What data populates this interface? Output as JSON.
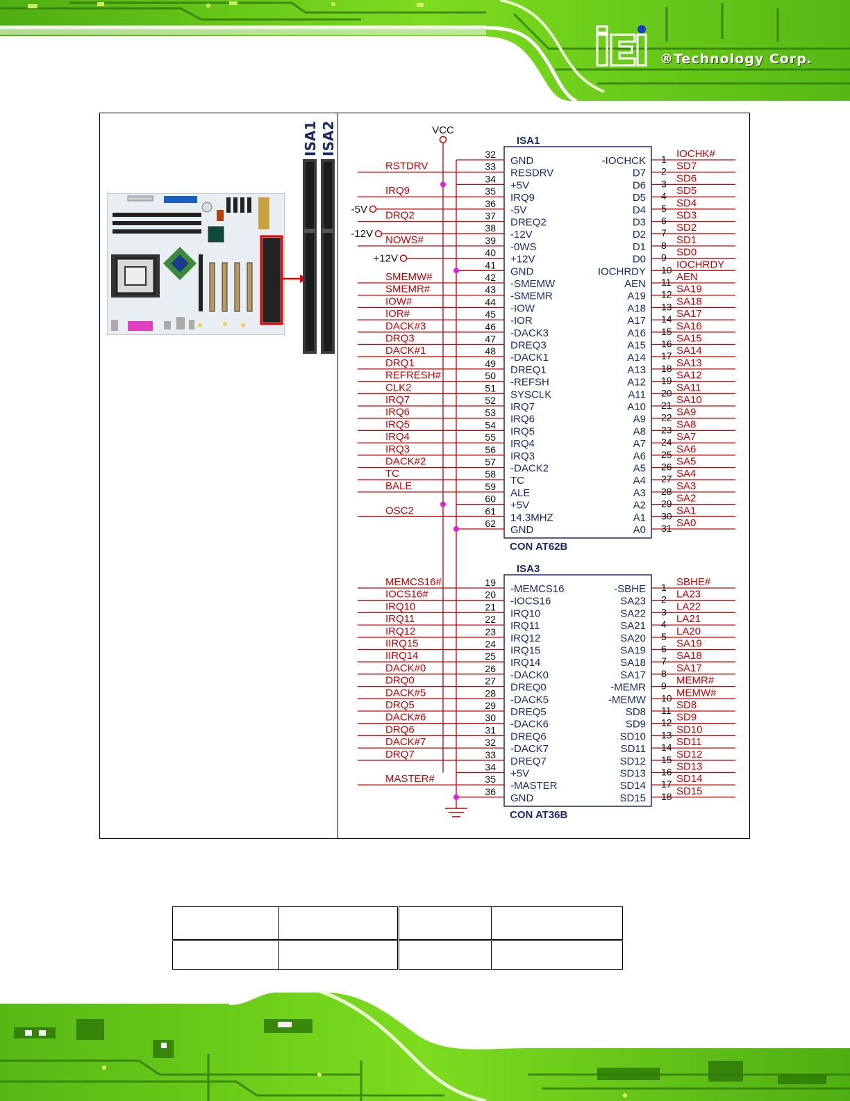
{
  "header": {
    "brand_text": "®Technology Corp."
  },
  "board_labels": [
    "ISA1",
    "ISA2"
  ],
  "isa1": {
    "name": "ISA1",
    "footer": "CON AT62B",
    "vcc_label": "VCC",
    "power_labels": [
      "-5V",
      "-12V",
      "+12V"
    ],
    "left_nums": [
      "32",
      "33",
      "34",
      "35",
      "36",
      "37",
      "38",
      "39",
      "40",
      "41",
      "42",
      "43",
      "44",
      "45",
      "46",
      "47",
      "48",
      "49",
      "50",
      "51",
      "52",
      "53",
      "54",
      "55",
      "56",
      "57",
      "58",
      "59",
      "60",
      "61",
      "62"
    ],
    "left_pins": [
      "GND",
      "RESDRV",
      "+5V",
      "IRQ9",
      "-5V",
      "DREQ2",
      "-12V",
      "-0WS",
      "+12V",
      "GND",
      "-SMEMW",
      "-SMEMR",
      "-IOW",
      "-IOR",
      "-DACK3",
      "DREQ3",
      "-DACK1",
      "DREQ1",
      "-REFSH",
      "SYSCLK",
      "IRQ7",
      "IRQ6",
      "IRQ5",
      "IRQ4",
      "IRQ3",
      "-DACK2",
      "TC",
      "ALE",
      "+5V",
      "14.3MHZ",
      "GND"
    ],
    "left_nets": [
      "",
      "RSTDRV",
      "",
      "IRQ9",
      "",
      "DRQ2",
      "",
      "NOWS#",
      "",
      "",
      "SMEMW#",
      "SMEMR#",
      "IOW#",
      "IOR#",
      "DACK#3",
      "DRQ3",
      "DACK#1",
      "DRQ1",
      "REFRESH#",
      "CLK2",
      "IRQ7",
      "IRQ6",
      "IRQ5",
      "IRQ4",
      "IRQ3",
      "DACK#2",
      "TC",
      "BALE",
      "",
      "OSC2",
      ""
    ],
    "right_nums": [
      "1",
      "2",
      "3",
      "4",
      "5",
      "6",
      "7",
      "8",
      "9",
      "10",
      "11",
      "12",
      "13",
      "14",
      "15",
      "16",
      "17",
      "18",
      "19",
      "20",
      "21",
      "22",
      "23",
      "24",
      "25",
      "26",
      "27",
      "28",
      "29",
      "30",
      "31"
    ],
    "right_pins": [
      "-IOCHCK",
      "D7",
      "D6",
      "D5",
      "D4",
      "D3",
      "D2",
      "D1",
      "D0",
      "IOCHRDY",
      "AEN",
      "A19",
      "A18",
      "A17",
      "A16",
      "A15",
      "A14",
      "A13",
      "A12",
      "A11",
      "A10",
      "A9",
      "A8",
      "A7",
      "A6",
      "A5",
      "A4",
      "A3",
      "A2",
      "A1",
      "A0"
    ],
    "right_nets": [
      "IOCHK#",
      "SD7",
      "SD6",
      "SD5",
      "SD4",
      "SD3",
      "SD2",
      "SD1",
      "SD0",
      "IOCHRDY",
      "AEN",
      "SA19",
      "SA18",
      "SA17",
      "SA16",
      "SA15",
      "SA14",
      "SA13",
      "SA12",
      "SA11",
      "SA10",
      "SA9",
      "SA8",
      "SA7",
      "SA6",
      "SA5",
      "SA4",
      "SA3",
      "SA2",
      "SA1",
      "SA0"
    ]
  },
  "isa3": {
    "name": "ISA3",
    "footer": "CON AT36B",
    "left_nums": [
      "19",
      "20",
      "21",
      "22",
      "23",
      "24",
      "25",
      "26",
      "27",
      "28",
      "29",
      "30",
      "31",
      "32",
      "33",
      "34",
      "35",
      "36"
    ],
    "left_pins": [
      "-MEMCS16",
      "-IOCS16",
      "IRQ10",
      "IRQ11",
      "IRQ12",
      "IRQ15",
      "IRQ14",
      "-DACK0",
      "DREQ0",
      "-DACK5",
      "DREQ5",
      "-DACK6",
      "DREQ6",
      "-DACK7",
      "DREQ7",
      "+5V",
      "-MASTER",
      "GND"
    ],
    "left_nets": [
      "MEMCS16#",
      "IOCS16#",
      "IRQ10",
      "IRQ11",
      "IRQ12",
      "IIRQ15",
      "IIRQ14",
      "DACK#0",
      "DRQ0",
      "DACK#5",
      "DRQ5",
      "DACK#6",
      "DRQ6",
      "DACK#7",
      "DRQ7",
      "",
      "MASTER#",
      ""
    ],
    "right_nums": [
      "1",
      "2",
      "3",
      "4",
      "5",
      "6",
      "7",
      "8",
      "9",
      "10",
      "11",
      "12",
      "13",
      "14",
      "15",
      "16",
      "17",
      "18"
    ],
    "right_pins": [
      "-SBHE",
      "SA23",
      "SA22",
      "SA21",
      "SA20",
      "SA19",
      "SA18",
      "SA17",
      "-MEMR",
      "-MEMW",
      "SD8",
      "SD9",
      "SD10",
      "SD11",
      "SD12",
      "SD13",
      "SD14",
      "SD15"
    ],
    "right_nets": [
      "SBHE#",
      "LA23",
      "LA22",
      "LA21",
      "LA20",
      "SA19",
      "SA18",
      "SA17",
      "MEMR#",
      "MEMW#",
      "SD8",
      "SD9",
      "SD10",
      "SD11",
      "SD12",
      "SD13",
      "SD14",
      "SD15"
    ]
  },
  "colors": {
    "net_red": "#cc0000",
    "pin_blue": "#1a2a6c",
    "junction": "#e020e0",
    "board_green": "#7ddc1f"
  },
  "table": {
    "rows": [
      [
        "",
        "",
        "",
        ""
      ],
      [
        "",
        "",
        "",
        ""
      ]
    ]
  }
}
